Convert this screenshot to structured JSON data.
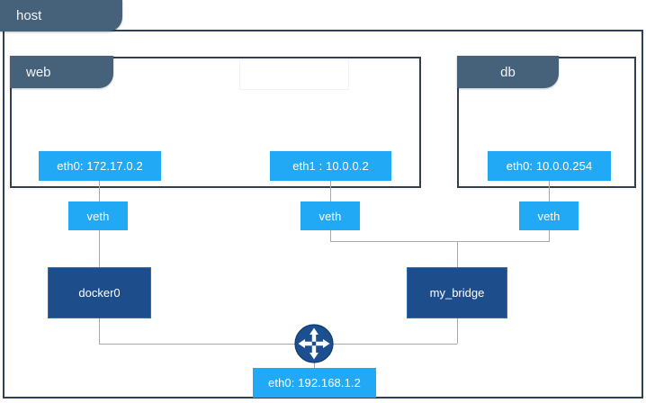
{
  "diagram": {
    "title_icon": "network-diagram",
    "host": {
      "label": "host",
      "tab_label": "host"
    },
    "containers": [
      {
        "name": "web",
        "label": "web"
      },
      {
        "name": "db",
        "label": "db"
      }
    ],
    "interfaces": [
      {
        "id": "web-eth0",
        "label": "eth0: 172.17.0.2"
      },
      {
        "id": "web-eth1",
        "label": "eth1 : 10.0.0.2"
      },
      {
        "id": "db-eth0",
        "label": "eth0: 10.0.0.254"
      },
      {
        "id": "host-eth0",
        "label": "eth0: 192.168.1.2"
      }
    ],
    "veths": [
      {
        "id": "veth-1",
        "label": "veth"
      },
      {
        "id": "veth-2",
        "label": "veth"
      },
      {
        "id": "veth-3",
        "label": "veth"
      }
    ],
    "bridges": [
      {
        "id": "docker0",
        "label": "docker0"
      },
      {
        "id": "my_bridge",
        "label": "my_bridge"
      }
    ],
    "router": {
      "id": "router",
      "icon": "router-four-arrows-icon"
    },
    "colors": {
      "container_border": "#2e4052",
      "tab_fill": "#46617a",
      "interface_fill": "#21a9f5",
      "bridge_fill": "#1e4d8c",
      "bridge_border": "#2f6fb5",
      "line": "#a9a9a9",
      "page_background": "#ffffff",
      "text_light": "#ffffff"
    }
  }
}
